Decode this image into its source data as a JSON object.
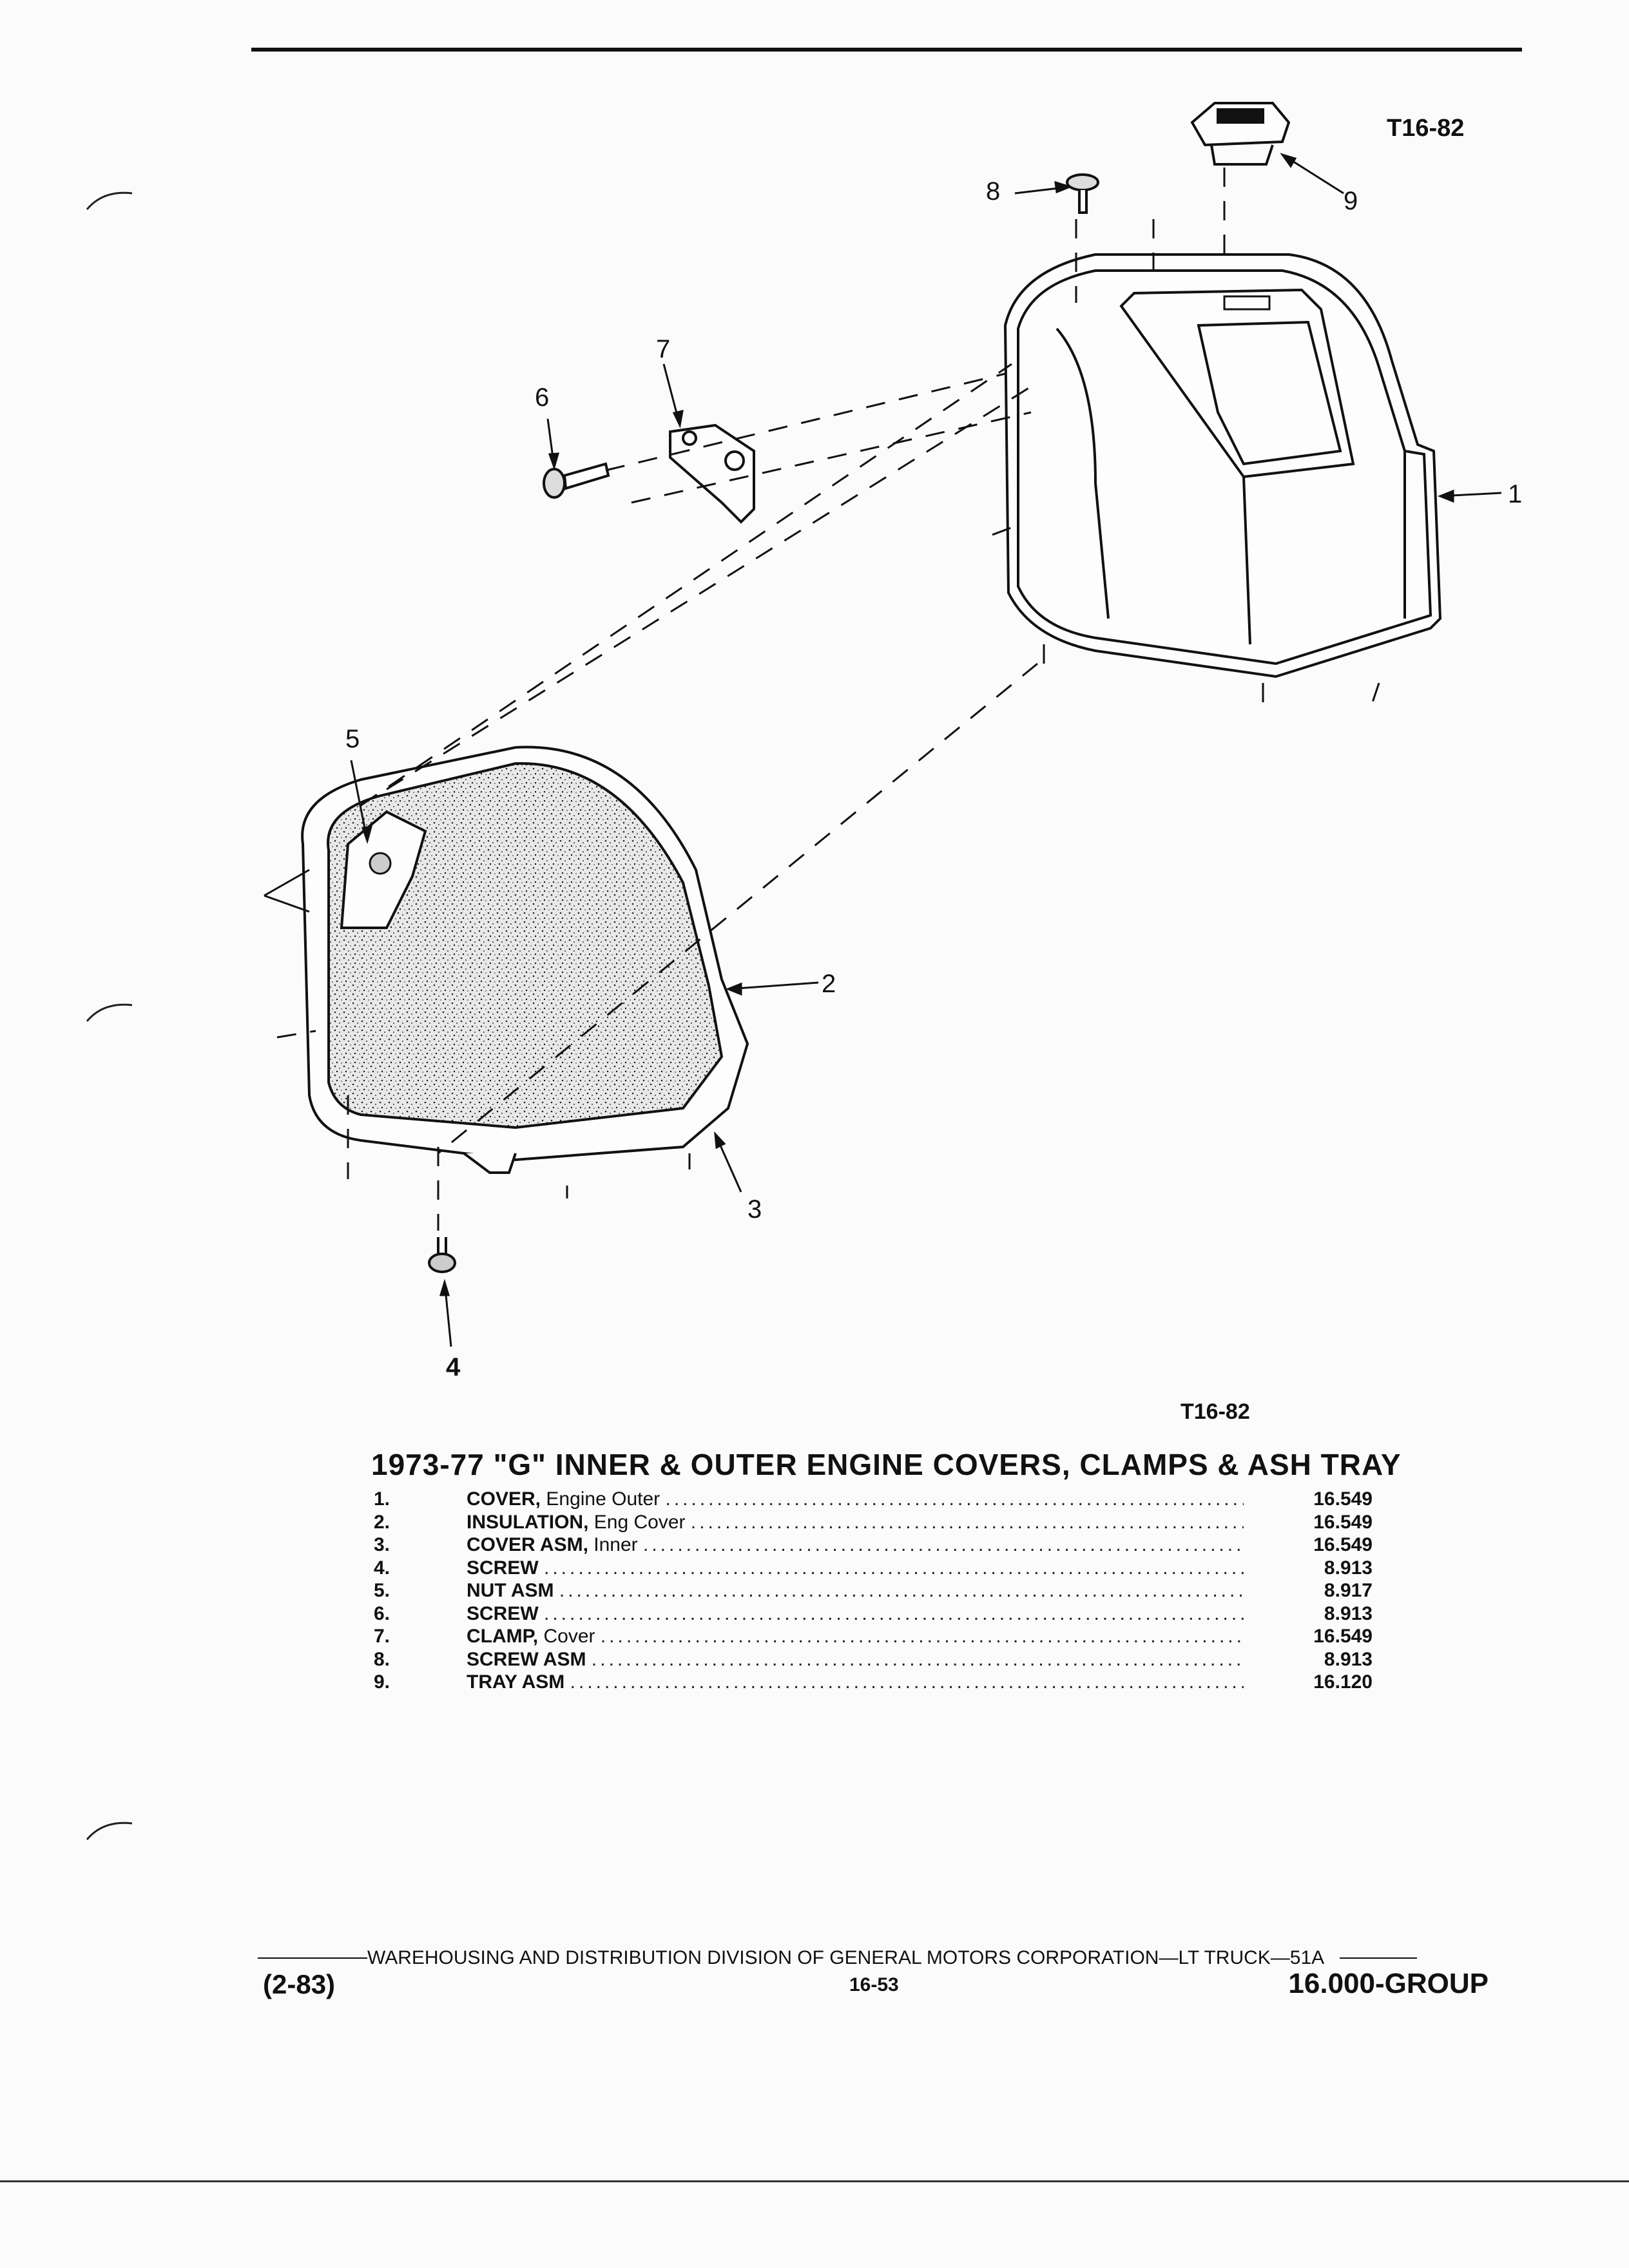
{
  "figure_code_top": "T16-82",
  "figure_code_bottom": "T16-82",
  "callouts": [
    "1",
    "2",
    "3",
    "4",
    "5",
    "6",
    "7",
    "8",
    "9"
  ],
  "title": "1973-77 \"G\" INNER & OUTER ENGINE COVERS, CLAMPS & ASH TRAY",
  "parts": [
    {
      "num": "1.",
      "name": "COVER,",
      "detail": "Engine Outer",
      "group": "16.549"
    },
    {
      "num": "2.",
      "name": "INSULATION,",
      "detail": "Eng Cover",
      "group": "16.549"
    },
    {
      "num": "3.",
      "name": "COVER ASM,",
      "detail": "Inner",
      "group": "16.549"
    },
    {
      "num": "4.",
      "name": "SCREW",
      "detail": "",
      "group": "8.913"
    },
    {
      "num": "5.",
      "name": "NUT ASM",
      "detail": "",
      "group": "8.917"
    },
    {
      "num": "6.",
      "name": "SCREW",
      "detail": "",
      "group": "8.913"
    },
    {
      "num": "7.",
      "name": "CLAMP,",
      "detail": "Cover",
      "group": "16.549"
    },
    {
      "num": "8.",
      "name": "SCREW ASM",
      "detail": "",
      "group": "8.913"
    },
    {
      "num": "9.",
      "name": "TRAY ASM",
      "detail": "",
      "group": "16.120"
    }
  ],
  "footer": {
    "organization": "WAREHOUSING AND DISTRIBUTION  DIVISION OF GENERAL MOTORS CORPORATION—LT TRUCK—51A",
    "date": "(2-83)",
    "page": "16-53",
    "group": "16.000-GROUP"
  }
}
